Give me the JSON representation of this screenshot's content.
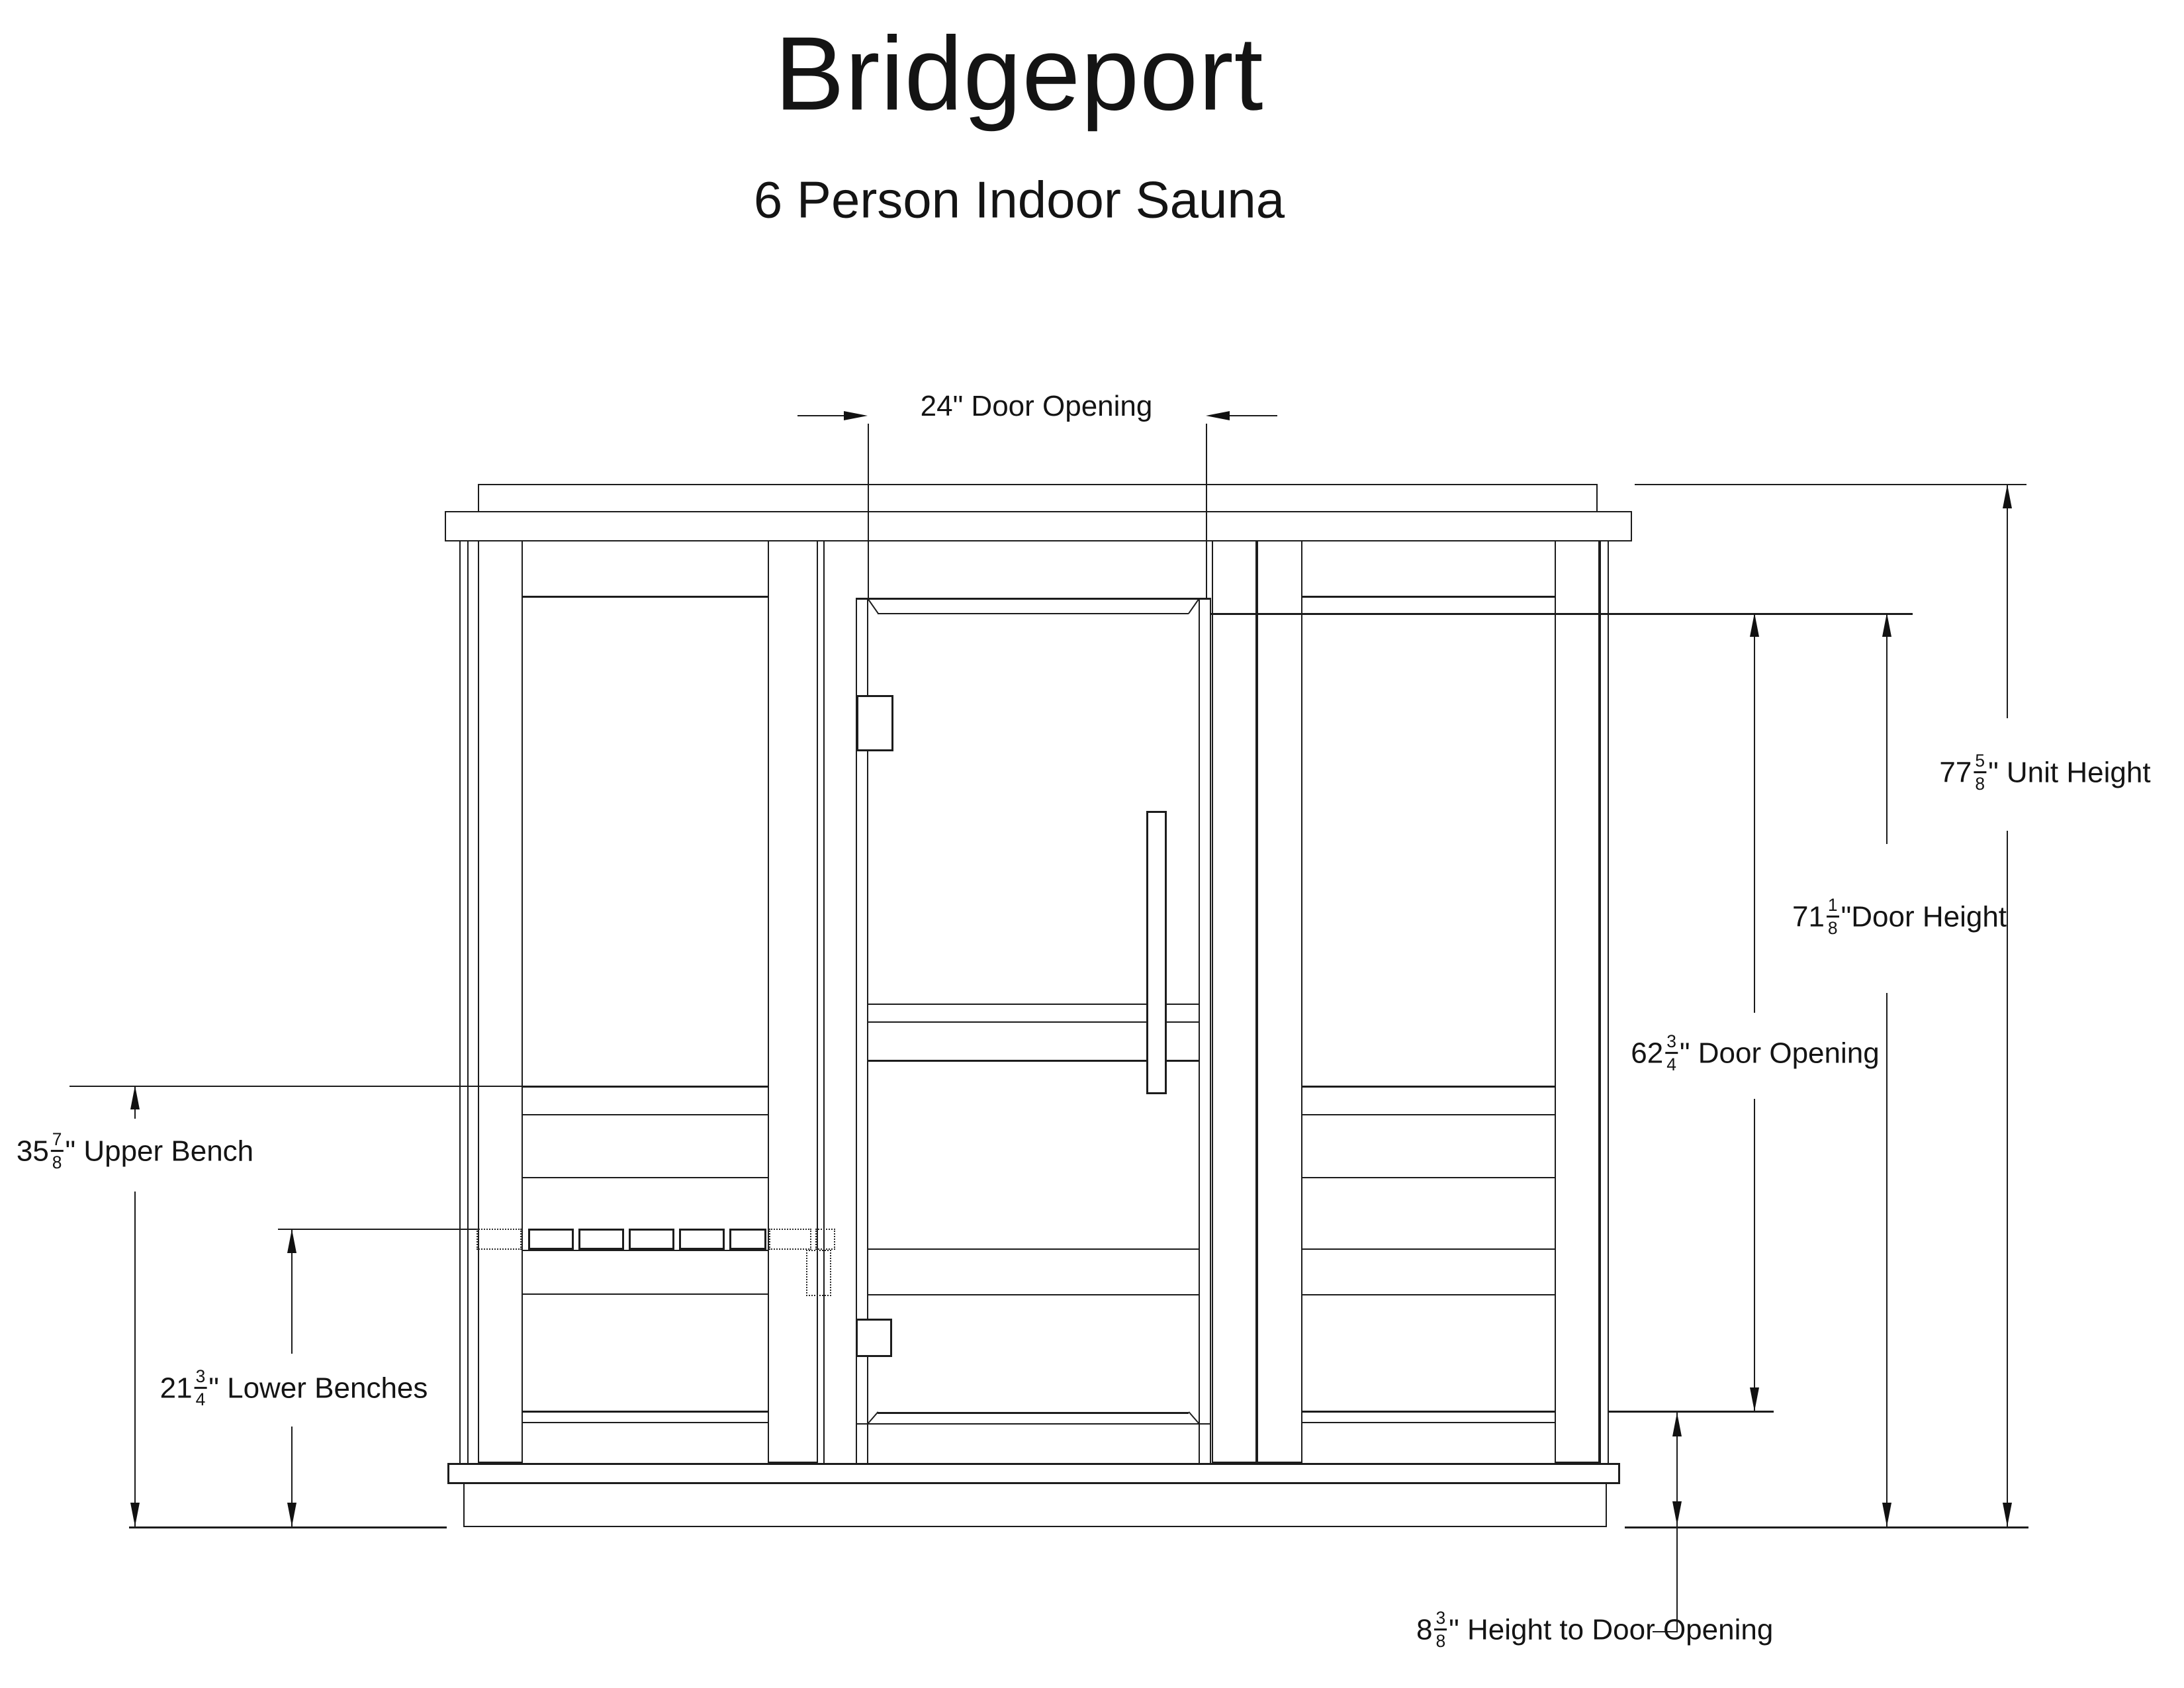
{
  "header": {
    "title": "Bridgeport",
    "subtitle": "6 Person Indoor Sauna"
  },
  "dimensions": {
    "door_opening_width": {
      "text": "24\" Door Opening"
    },
    "unit_height": {
      "whole": "77",
      "num": "5",
      "den": "8",
      "suffix": "\" Unit Height"
    },
    "door_height": {
      "whole": "71",
      "num": "1",
      "den": "8",
      "suffix": "\"Door Height"
    },
    "door_opening_height": {
      "whole": "62",
      "num": "3",
      "den": "4",
      "suffix": "\" Door Opening"
    },
    "upper_bench": {
      "whole": "35",
      "num": "7",
      "den": "8",
      "suffix": "\" Upper Bench"
    },
    "lower_benches": {
      "whole": "21",
      "num": "3",
      "den": "4",
      "suffix": "\" Lower Benches"
    },
    "height_to_door": {
      "whole": "8",
      "num": "3",
      "den": "8",
      "suffix": "\" Height to Door Opening"
    }
  },
  "drawing": {
    "line_color": "#1c1c1c",
    "background": "#ffffff"
  }
}
